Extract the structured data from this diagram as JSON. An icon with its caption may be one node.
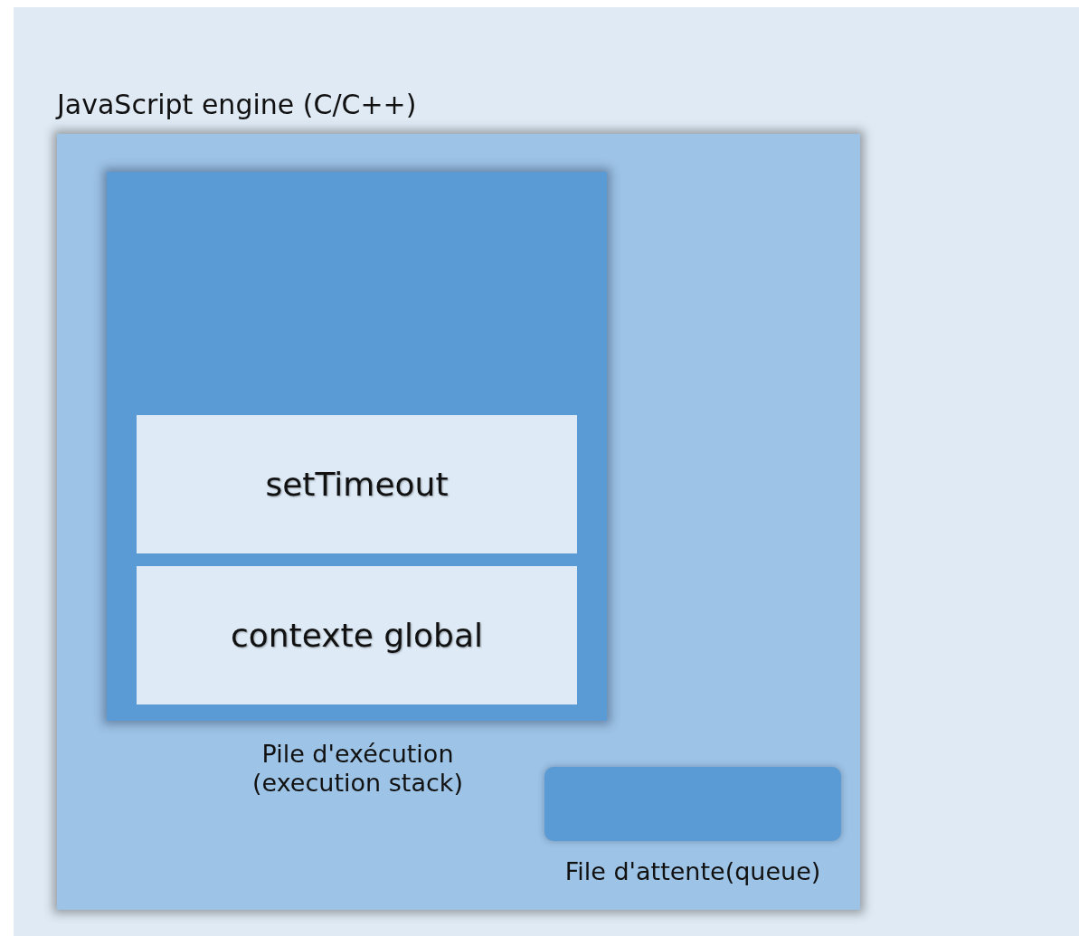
{
  "diagram": {
    "nodes": [
      {
        "text": [
          "JavaScript engine (C/C++)"
        ]
      },
      {
        "text": [
          "Pile d'exécution (execution stack)"
        ],
        "in": 0
      },
      {
        "text": [
          "setTimeout"
        ],
        "in": 1
      },
      {
        "text": [
          "contexte global"
        ],
        "in": 1
      },
      {
        "text": [
          "File d'attente(queue)"
        ],
        "in": 0
      }
    ]
  }
}
